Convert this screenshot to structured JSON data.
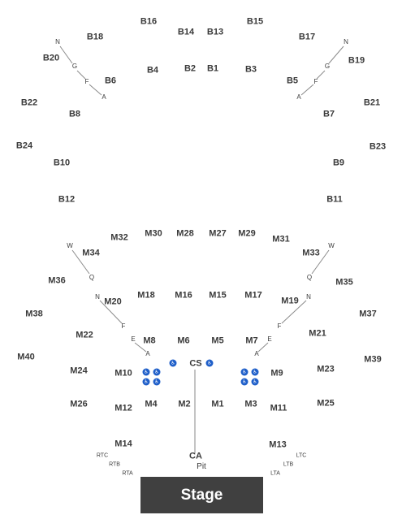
{
  "sections": {
    "B16": "B16",
    "B14": "B14",
    "B13": "B13",
    "B15": "B15",
    "B18": "B18",
    "B17": "B17",
    "B20": "B20",
    "B19": "B19",
    "B4": "B4",
    "B2": "B2",
    "B1": "B1",
    "B3": "B3",
    "B6": "B6",
    "B5": "B5",
    "B22": "B22",
    "B21": "B21",
    "B8": "B8",
    "B7": "B7",
    "B24": "B24",
    "B23": "B23",
    "B10": "B10",
    "B9": "B9",
    "B12": "B12",
    "B11": "B11",
    "M30": "M30",
    "M28": "M28",
    "M27": "M27",
    "M29": "M29",
    "M32": "M32",
    "M31": "M31",
    "M34": "M34",
    "M33": "M33",
    "M36": "M36",
    "M35": "M35",
    "M18": "M18",
    "M16": "M16",
    "M15": "M15",
    "M17": "M17",
    "M20": "M20",
    "M19": "M19",
    "M38": "M38",
    "M37": "M37",
    "M22": "M22",
    "M21": "M21",
    "M8": "M8",
    "M6": "M6",
    "M5": "M5",
    "M7": "M7",
    "M40": "M40",
    "M39": "M39",
    "M24": "M24",
    "M23": "M23",
    "M10": "M10",
    "CS": "CS",
    "M9": "M9",
    "M26": "M26",
    "M25": "M25",
    "M12": "M12",
    "M4": "M4",
    "M2": "M2",
    "M1": "M1",
    "M3": "M3",
    "M11": "M11",
    "M14": "M14",
    "M13": "M13",
    "CA": "CA"
  },
  "rows": {
    "bl_top": "N",
    "bl_mid": "G",
    "bl_f": "F",
    "bl_a": "A",
    "br_top": "N",
    "br_mid": "G",
    "br_f": "F",
    "br_a": "A",
    "ml_w": "W",
    "ml_q": "Q",
    "ml_n": "N",
    "ml_f": "F",
    "ml_e": "E",
    "ml_a": "A",
    "mr_w": "W",
    "mr_q": "Q",
    "mr_n": "N",
    "mr_f": "F",
    "mr_e": "E",
    "mr_a": "A"
  },
  "boxes": {
    "RTC": "RTC",
    "RTB": "RTB",
    "RTA": "RTA",
    "LTC": "LTC",
    "LTB": "LTB",
    "LTA": "LTA"
  },
  "pit_label": "Pit",
  "stage_label": "Stage",
  "wheelchair_icon": "wheelchair-accessible-icon",
  "colors": {
    "stage": "#404040",
    "wheelchair": "#1f5fc9",
    "text": "#3a3a3a"
  }
}
